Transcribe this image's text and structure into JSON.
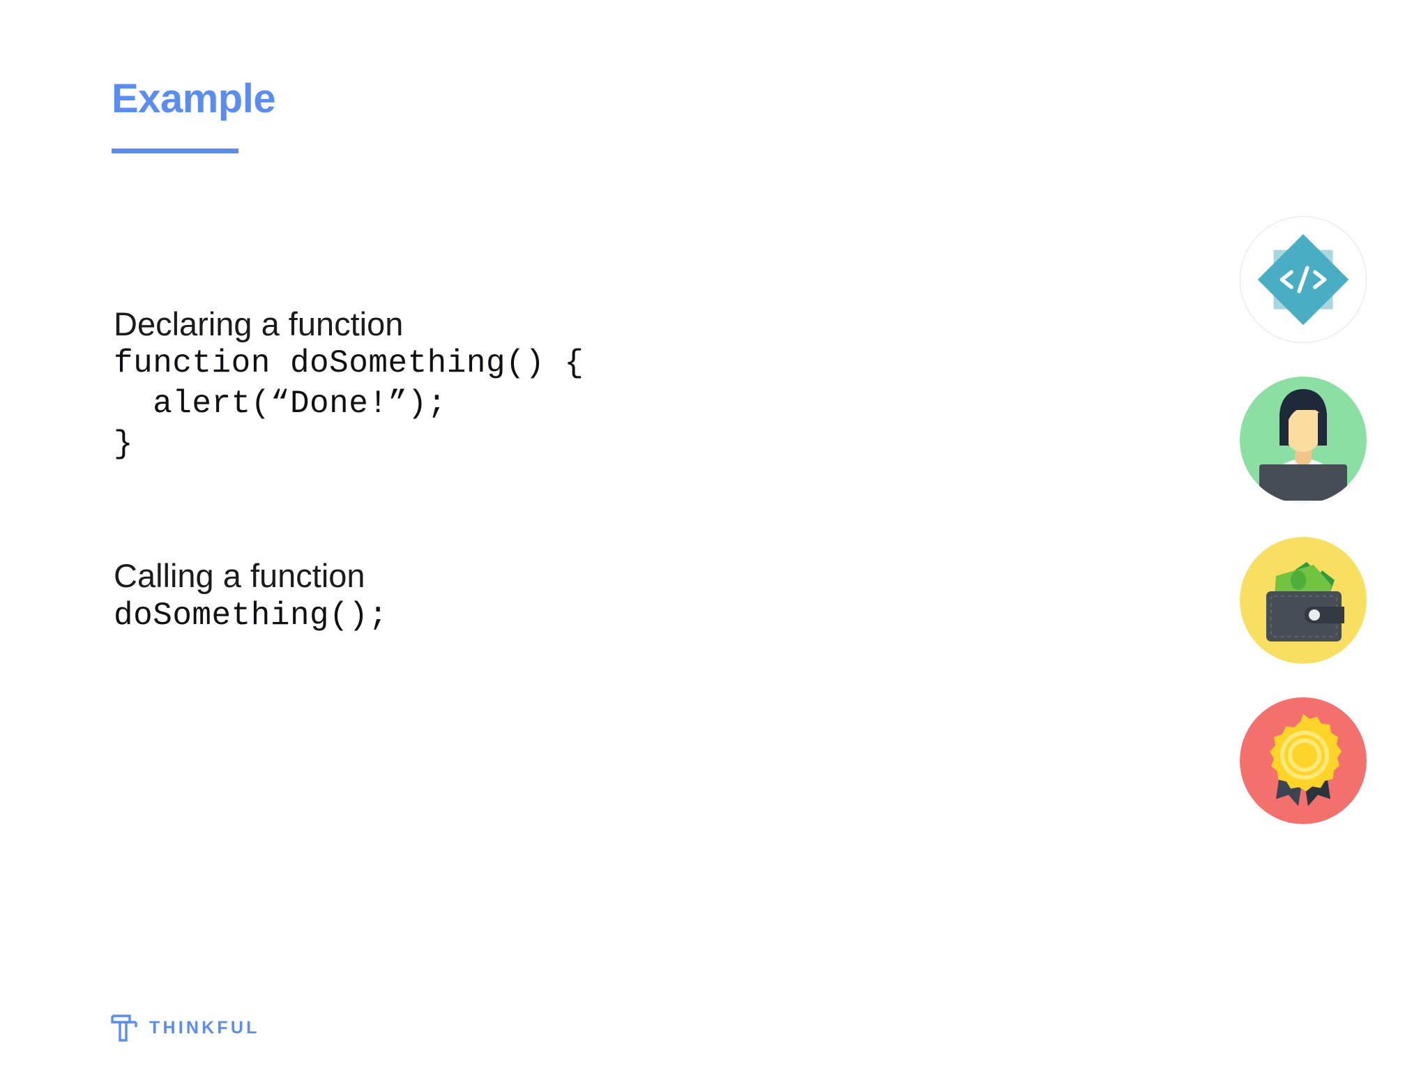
{
  "slide": {
    "title": "Example",
    "accent_color": "#5B8CF0",
    "background_color": "#FFFFFF",
    "text_color": "#1B1B1F"
  },
  "body": {
    "sections": [
      {
        "heading": "Declaring a function",
        "code": [
          "function doSomething() {",
          "  alert(“Done!”);",
          "}"
        ]
      },
      {
        "heading": "Calling a function",
        "code": [
          "doSomething();"
        ]
      }
    ]
  },
  "icons": [
    {
      "name": "code-brackets-icon",
      "glyph": "</>",
      "circle_color": "#FFFFFF",
      "border_color": "#E3E5E8",
      "shape_color": "#49AEC4",
      "accent_color": "#A9D6DF"
    },
    {
      "name": "woman-at-laptop-icon",
      "circle_color": "#8CDFA3",
      "hair_color": "#1E2A3A",
      "skin_color": "#FBDDA0",
      "shirt_color": "#F2F4F6",
      "laptop_color": "#474D55"
    },
    {
      "name": "wallet-with-money-icon",
      "circle_color": "#F8DE61",
      "wallet_color": "#474D55",
      "wallet_dark_color": "#343A41",
      "money_color": "#73C343",
      "money_dark_color": "#2E9B3E",
      "clasp_color": "#E9EDF0"
    },
    {
      "name": "award-medal-icon",
      "circle_color": "#F4706C",
      "medal_color": "#FFD429",
      "medal_light_color": "#FFE97A",
      "ribbon_color": "#3B4450",
      "ribbon_dark_color": "#2B333D"
    }
  ],
  "footer": {
    "logo_mark": "thinkful-t-mark",
    "brand": "THINKFUL",
    "brand_color": "#5B8CF0"
  }
}
